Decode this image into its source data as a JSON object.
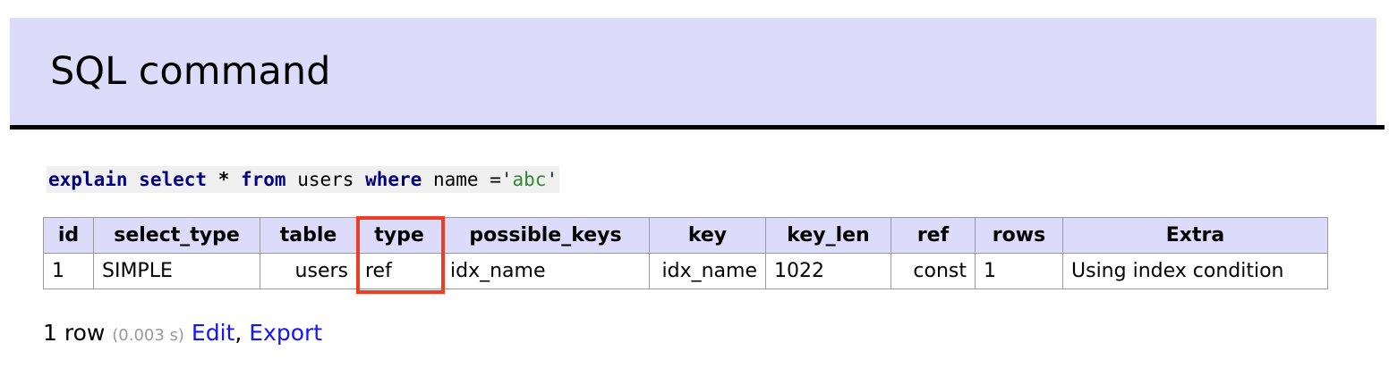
{
  "header": {
    "title": "SQL command",
    "band_color": "#dcdcfa",
    "rule_color": "#000000"
  },
  "sql": {
    "tokens": [
      {
        "text": "explain",
        "kind": "keyword"
      },
      {
        "text": " ",
        "kind": "plain"
      },
      {
        "text": "select",
        "kind": "keyword"
      },
      {
        "text": " ",
        "kind": "plain"
      },
      {
        "text": "*",
        "kind": "operator"
      },
      {
        "text": " ",
        "kind": "plain"
      },
      {
        "text": "from",
        "kind": "keyword"
      },
      {
        "text": " ",
        "kind": "plain"
      },
      {
        "text": "users",
        "kind": "identifier"
      },
      {
        "text": " ",
        "kind": "plain"
      },
      {
        "text": "where",
        "kind": "keyword"
      },
      {
        "text": " ",
        "kind": "plain"
      },
      {
        "text": "name",
        "kind": "identifier"
      },
      {
        "text": " =",
        "kind": "identifier"
      },
      {
        "text": "'",
        "kind": "quote"
      },
      {
        "text": "abc",
        "kind": "string"
      },
      {
        "text": "'",
        "kind": "quote"
      }
    ],
    "keyword_explain": "explain",
    "keyword_select": "select",
    "star": "*",
    "keyword_from": "from",
    "table_name": "users",
    "keyword_where": "where",
    "column_name": "name",
    "equals": " =",
    "open_quote": "'",
    "string_value": "abc",
    "close_quote": "'"
  },
  "explain_table": {
    "columns": [
      "id",
      "select_type",
      "table",
      "type",
      "possible_keys",
      "key",
      "key_len",
      "ref",
      "rows",
      "Extra"
    ],
    "rows": [
      {
        "id": "1",
        "select_type": "SIMPLE",
        "table": "users",
        "type": "ref",
        "possible_keys": "idx_name",
        "key": "idx_name",
        "key_len": "1022",
        "ref": "const",
        "rows": "1",
        "Extra": "Using index condition"
      }
    ]
  },
  "annotation": {
    "target_column": "type",
    "color": "#f03c20"
  },
  "status": {
    "row_count": "1 row",
    "duration": "(0.003 s)",
    "edit_link": "Edit",
    "separator": ",",
    "export_link": "Export"
  }
}
